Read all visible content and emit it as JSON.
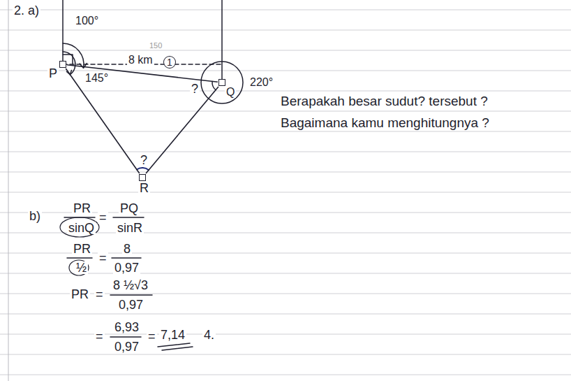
{
  "diagram": {
    "nodes": [
      {
        "text": [
          "P"
        ]
      },
      {
        "text": [
          "Q"
        ]
      },
      {
        "text": [
          "R"
        ]
      }
    ],
    "edges": [
      {
        "from": 0,
        "to": 1,
        "arrow": "none",
        "label": "8 km"
      },
      {
        "from": 0,
        "to": 2,
        "arrow": "none"
      },
      {
        "from": 1,
        "to": 2,
        "arrow": "none"
      }
    ],
    "labels": [
      "2. a)",
      "100°",
      "150",
      "145°",
      "1",
      "220°",
      "?",
      "?",
      "Berapakah besar sudut? tersebut ?",
      "Bagaimana kamu menghitungnya ?",
      "b)",
      "PR",
      "sinQ",
      "=",
      "PQ",
      "sinR",
      "PR",
      "½",
      "=",
      "8",
      "0,97",
      "PR",
      "=",
      "8 ½√3",
      "0,97",
      "=",
      "6,93",
      "0,97",
      "=",
      "7,14",
      "4."
    ]
  }
}
